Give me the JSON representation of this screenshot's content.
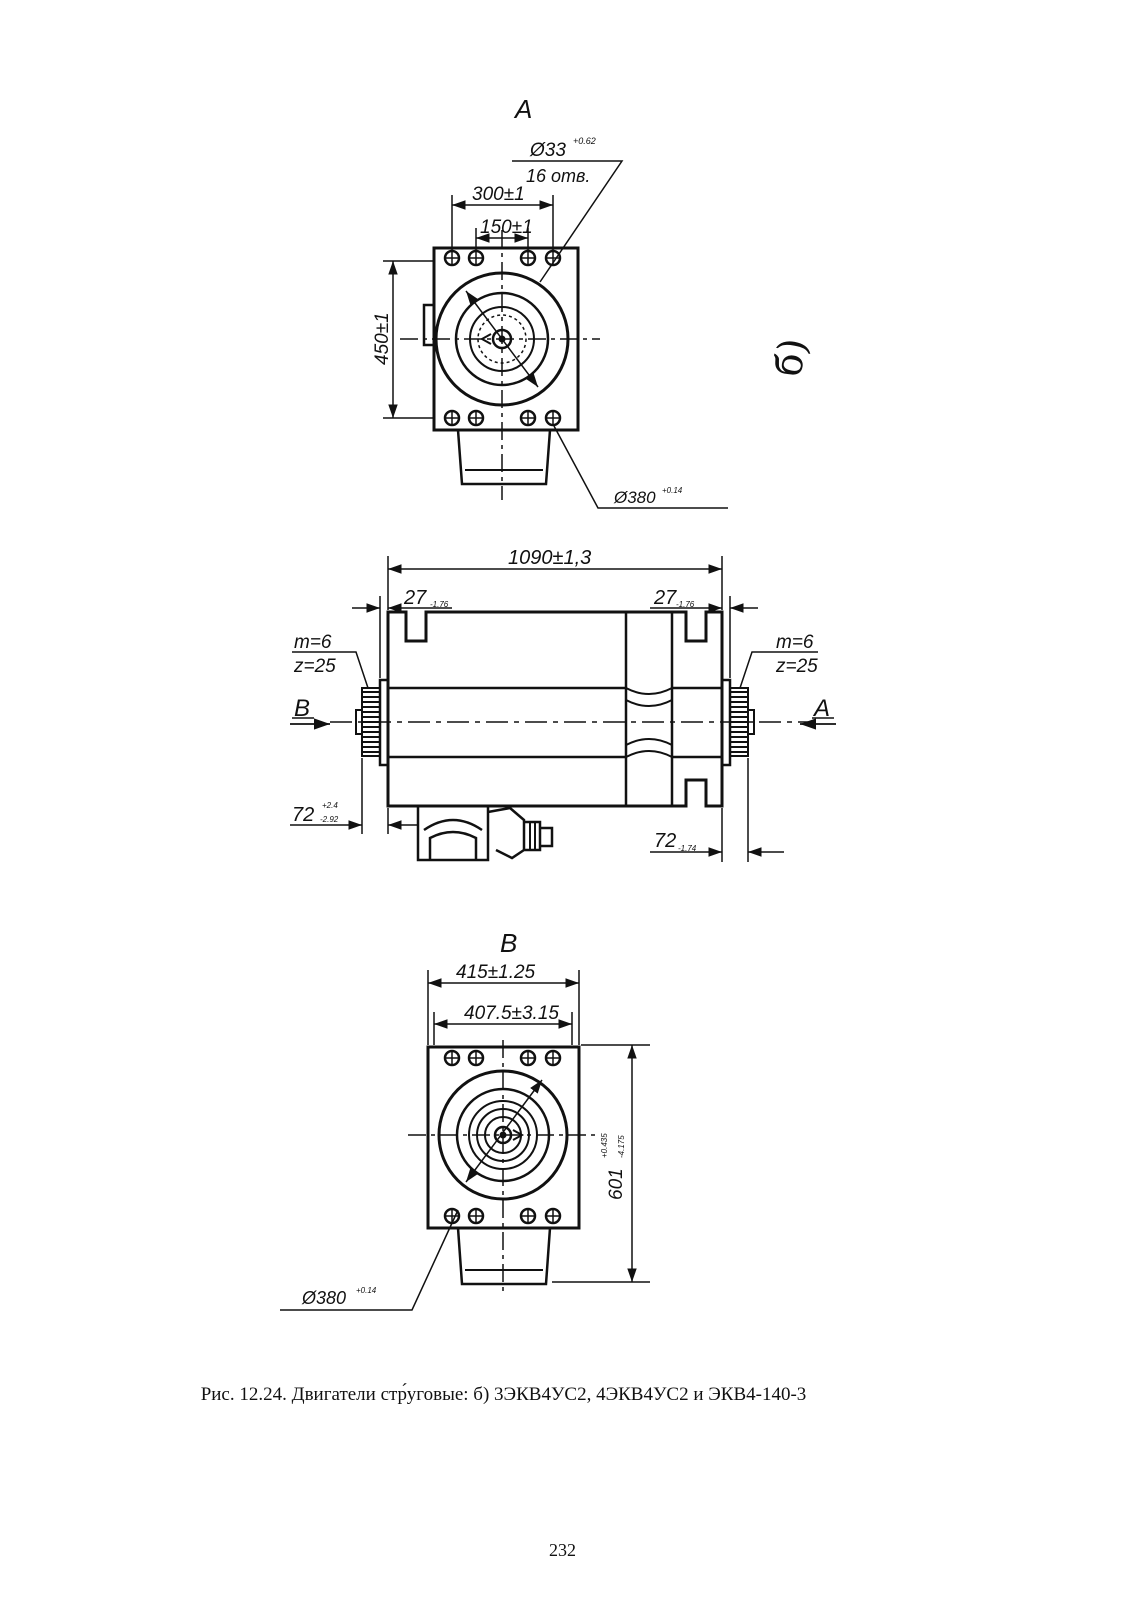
{
  "views": {
    "top": {
      "view_label": "A",
      "hole_dia": "Ø33",
      "hole_tol": "+0.62",
      "hole_count": "16 отв.",
      "dim_width": "300±1",
      "dim_inner": "150±1",
      "dim_height": "450±1",
      "bore_dia": "Ø380",
      "bore_tol": "+0.14"
    },
    "side": {
      "dim_length": "1090±1,3",
      "dim_left_flange": "27",
      "dim_left_flange_tol": "-1.76",
      "dim_right_flange": "27",
      "dim_right_flange_tol": "-1.76",
      "gear_left_m": "m=6",
      "gear_left_z": "z=25",
      "gear_right_m": "m=6",
      "gear_right_z": "z=25",
      "arrow_left": "B",
      "arrow_right": "A",
      "dim_left_shaft": "72",
      "dim_left_shaft_tol_up": "+2.4",
      "dim_left_shaft_tol_dn": "-2.92",
      "dim_right_shaft": "72",
      "dim_right_shaft_tol": "-1.74"
    },
    "bottom": {
      "view_label": "B",
      "dim_width": "415±1.25",
      "dim_inner": "407.5±3.15",
      "dim_height": "601",
      "dim_height_tol_up": "+0.435",
      "dim_height_tol_dn": "-4.175",
      "bore_dia": "Ø380",
      "bore_tol": "+0.14"
    }
  },
  "handwritten_mark": "б)",
  "caption": "Рис. 12.24. Двигатели стр́уговые: б) 3ЭКВ4УС2, 4ЭКВ4УС2  и ЭКВ4-140-3",
  "page_number": "232"
}
